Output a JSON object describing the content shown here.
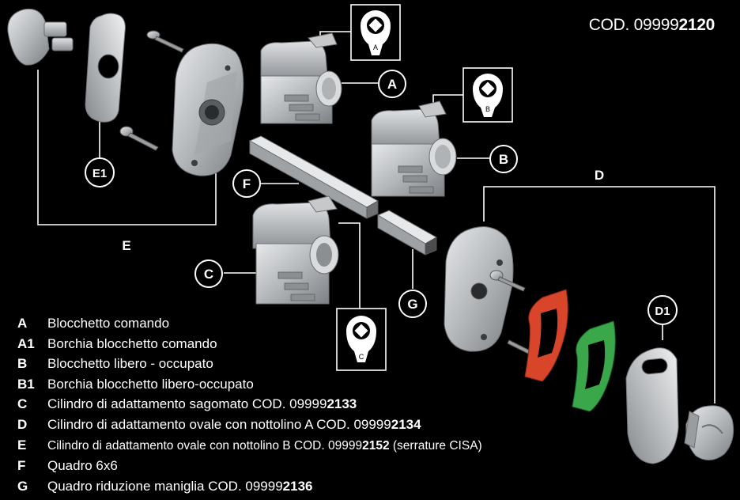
{
  "code": {
    "prefix": "COD. 09999",
    "bold": "2120"
  },
  "callouts": {
    "A": "A",
    "B": "B",
    "C": "C",
    "D": "D",
    "D1": "D1",
    "E": "E",
    "E1": "E1",
    "F": "F",
    "G": "G"
  },
  "key_icon_letters": {
    "a": "A",
    "b": "B",
    "c": "C"
  },
  "legend": [
    {
      "key": "A",
      "text": "Blocchetto comando",
      "code": "",
      "suffix": ""
    },
    {
      "key": "A1",
      "text": "Borchia blocchetto comando",
      "code": "",
      "suffix": ""
    },
    {
      "key": "B",
      "text": "Blocchetto libero - occupato",
      "code": "",
      "suffix": ""
    },
    {
      "key": "B1",
      "text": "Borchia blocchetto libero-occupato",
      "code": "",
      "suffix": ""
    },
    {
      "key": "C",
      "text": "Cilindro di adattamento sagomato COD. 09999",
      "code": "2133",
      "suffix": ""
    },
    {
      "key": "D",
      "text": "Cilindro di adattamento ovale con nottolino A COD. 09999",
      "code": "2134",
      "suffix": ""
    },
    {
      "key": "E",
      "text": "Cilindro di adattamento ovale con nottolino B COD. 09999",
      "code": "2152",
      "suffix": " (serrature CISA)"
    },
    {
      "key": "F",
      "text": "Quadro 6x6",
      "code": "",
      "suffix": ""
    },
    {
      "key": "G",
      "text": "Quadro riduzione maniglia COD. 09999",
      "code": "2136",
      "suffix": ""
    }
  ],
  "colors": {
    "background": "#000000",
    "metal": "#b4b7ba",
    "red_gasket": "#d9452b",
    "green_gasket": "#3aa84a",
    "lines": "#ffffff"
  }
}
